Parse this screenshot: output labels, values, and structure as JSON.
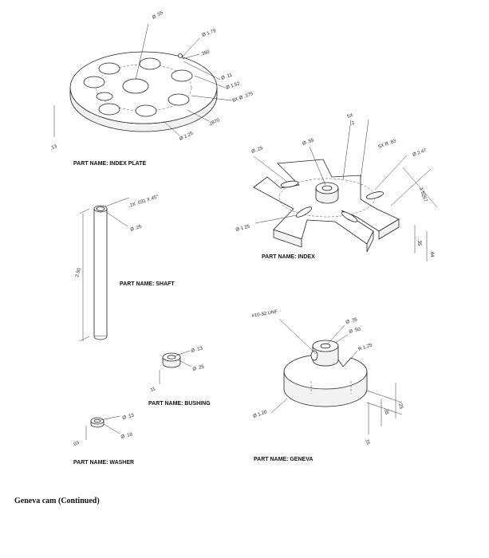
{
  "caption": "Geneva cam (Continued)",
  "parts": {
    "index_plate": {
      "name": "PART NAME: INDEX PLATE",
      "dims": [
        "Ø .55",
        "Ø 1.79",
        ".350",
        "Ø .11",
        "Ø 1.52",
        "8X Ø .375",
        ".2870",
        "Ø 2.25",
        ".13"
      ]
    },
    "index": {
      "name": "PART NAME: INDEX",
      "dims": [
        "5X",
        ".2",
        "Ø .25",
        "Ø .55",
        "5X R .83",
        "Ø 2.47",
        "1.5267",
        "Ø 1.25",
        ".35",
        ".44"
      ]
    },
    "shaft": {
      "name": "PART NAME: SHAFT",
      "dims": [
        ".2X .031 X 45°",
        "Ø .25",
        "2.50"
      ]
    },
    "bushing": {
      "name": "PART NAME: BUSHING",
      "dims": [
        "Ø .13",
        "Ø .25",
        ".11"
      ]
    },
    "washer": {
      "name": "PART NAME: WASHER",
      "dims": [
        "Ø .13",
        "Ø .19",
        ".03"
      ]
    },
    "geneva": {
      "name": "PART NAME: GENEVA",
      "dims": [
        "#10-32 UNF",
        "Ø .35",
        "Ø .50",
        "R 1.25",
        "Ø 1.20",
        ".25",
        ".35",
        ".15"
      ]
    }
  }
}
